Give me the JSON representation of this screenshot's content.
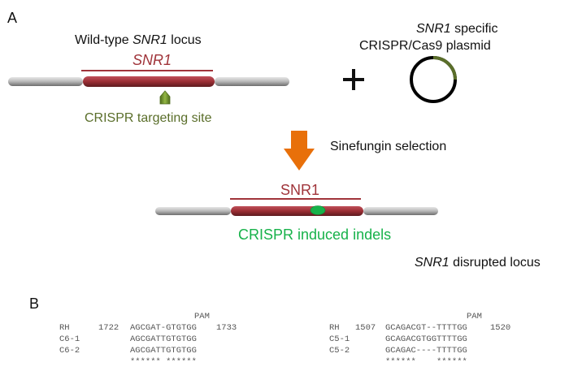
{
  "panelA": {
    "label": "A",
    "wildtype_title_pre": "Wild-type ",
    "wildtype_title_gene": "SNR1",
    "wildtype_title_post": " locus",
    "gene_label_top": "SNR1",
    "crispr_site_label": "CRISPR targeting site",
    "plus_sign": "+",
    "plasmid_title_gene": "SNR1",
    "plasmid_title_line1_post": " specific",
    "plasmid_title_line2": "CRISPR/Cas9  plasmid",
    "selection_label": "Sinefungin selection",
    "gene_label_bottom": "SNR1",
    "indels_label": "CRISPR induced indels",
    "disrupted_gene": "SNR1",
    "disrupted_post": " disrupted locus",
    "colors": {
      "gene": "#a0343a",
      "flank": "#b0b0b0",
      "crispr_site": "#6b8a2a",
      "indel": "#17b24a",
      "arrow": "#e8700a",
      "plasmid_ring": "#000000",
      "plasmid_insert": "#5a6e2a"
    }
  },
  "panelB": {
    "label": "B",
    "left": {
      "pam": "PAM",
      "rows": [
        {
          "name": "RH",
          "start": "1722",
          "seq": "AGCGAT-GTGTGG",
          "end": "1733"
        },
        {
          "name": "C6-1",
          "start": "",
          "seq": "AGCGATTGTGTGG",
          "end": ""
        },
        {
          "name": "C6-2",
          "start": "",
          "seq": "AGCGATTGTGTGG",
          "end": ""
        }
      ],
      "consensus": "****** ******"
    },
    "right": {
      "pam": "PAM",
      "rows": [
        {
          "name": "RH",
          "start": "1507",
          "seq": "GCAGACGT--TTTTGG",
          "end": "1520"
        },
        {
          "name": "C5-1",
          "start": "",
          "seq": "GCAGACGTGGTTTTGG",
          "end": ""
        },
        {
          "name": "C5-2",
          "start": "",
          "seq": "GCAGAC----TTTTGG",
          "end": ""
        }
      ],
      "consensus": "******    ******"
    }
  }
}
